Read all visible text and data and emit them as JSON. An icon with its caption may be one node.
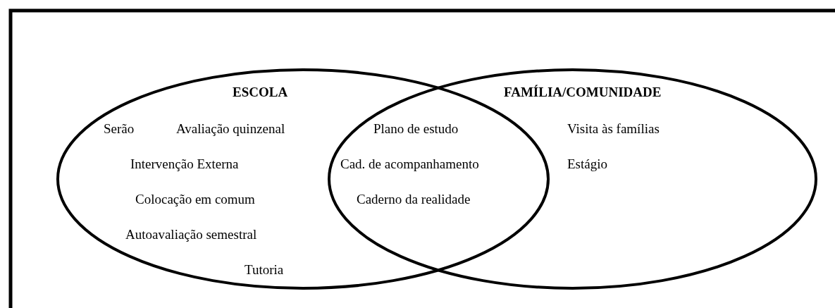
{
  "diagram": {
    "nodes": [
      {
        "text": [
          "ESCOLA",
          "Serão",
          "Avaliação quinzenal",
          "Intervenção Externa",
          "Colocação em comum",
          "Autoavaliação semestral",
          "Tutoria"
        ]
      },
      {
        "text": [
          "FAMÍLIA/COMUNIDADE",
          "Visita às famílias",
          "Estágio"
        ]
      }
    ],
    "edges": [],
    "labels": [
      "Plano de estudo",
      "Cad. de acompanhamento",
      "Caderno da realidade"
    ]
  }
}
